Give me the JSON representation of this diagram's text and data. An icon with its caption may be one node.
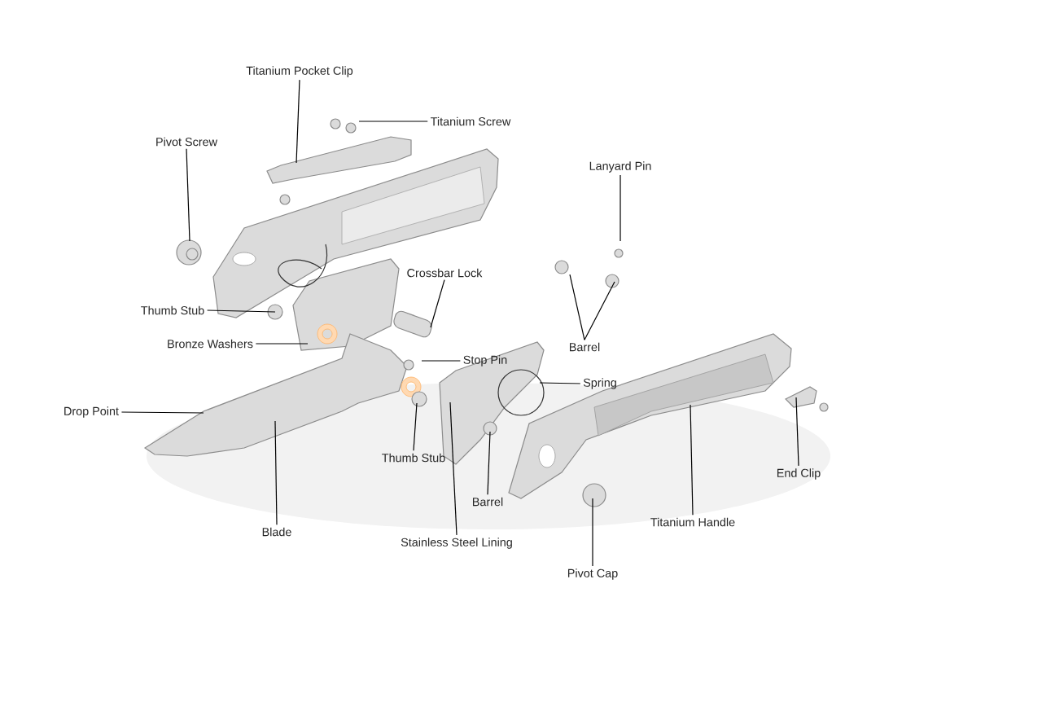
{
  "diagram": {
    "nodes": [
      {
        "text": [
          "Titanium Pocket Clip"
        ]
      },
      {
        "text": [
          "Titanium Screw"
        ]
      },
      {
        "text": [
          "Pivot Screw"
        ]
      },
      {
        "text": [
          "Lanyard Pin"
        ]
      },
      {
        "text": [
          "Crossbar Lock"
        ]
      },
      {
        "text": [
          "Thumb Stub"
        ]
      },
      {
        "text": [
          "Barrel"
        ]
      },
      {
        "text": [
          "Bronze Washers"
        ]
      },
      {
        "text": [
          "Stop Pin"
        ]
      },
      {
        "text": [
          "Spring"
        ]
      },
      {
        "text": [
          "Drop Point"
        ]
      },
      {
        "text": [
          "Thumb Stub"
        ]
      },
      {
        "text": [
          "Barrel"
        ]
      },
      {
        "text": [
          "End Clip"
        ]
      },
      {
        "text": [
          "Stainless Steel Lining"
        ]
      },
      {
        "text": [
          "Titanium Handle"
        ]
      },
      {
        "text": [
          "Blade"
        ]
      },
      {
        "text": [
          "Pivot Cap"
        ]
      }
    ],
    "edges": [
      {
        "from": 0,
        "to": null,
        "arrow": "none"
      },
      {
        "from": 1,
        "to": null,
        "arrow": "none"
      },
      {
        "from": 2,
        "to": null,
        "arrow": "none"
      },
      {
        "from": 3,
        "to": null,
        "arrow": "none"
      },
      {
        "from": 4,
        "to": null,
        "arrow": "none"
      },
      {
        "from": 5,
        "to": null,
        "arrow": "none"
      },
      {
        "from": 6,
        "to": null,
        "arrow": "none"
      },
      {
        "from": 6,
        "to": null,
        "arrow": "none"
      },
      {
        "from": 7,
        "to": null,
        "arrow": "none"
      },
      {
        "from": 8,
        "to": null,
        "arrow": "none"
      },
      {
        "from": 9,
        "to": null,
        "arrow": "none"
      },
      {
        "from": 10,
        "to": null,
        "arrow": "none"
      },
      {
        "from": 11,
        "to": null,
        "arrow": "none"
      },
      {
        "from": 12,
        "to": null,
        "arrow": "none"
      },
      {
        "from": 13,
        "to": null,
        "arrow": "none"
      },
      {
        "from": 14,
        "to": null,
        "arrow": "none"
      },
      {
        "from": 15,
        "to": null,
        "arrow": "none"
      },
      {
        "from": 16,
        "to": null,
        "arrow": "none"
      },
      {
        "from": 17,
        "to": null,
        "arrow": "none"
      }
    ]
  }
}
